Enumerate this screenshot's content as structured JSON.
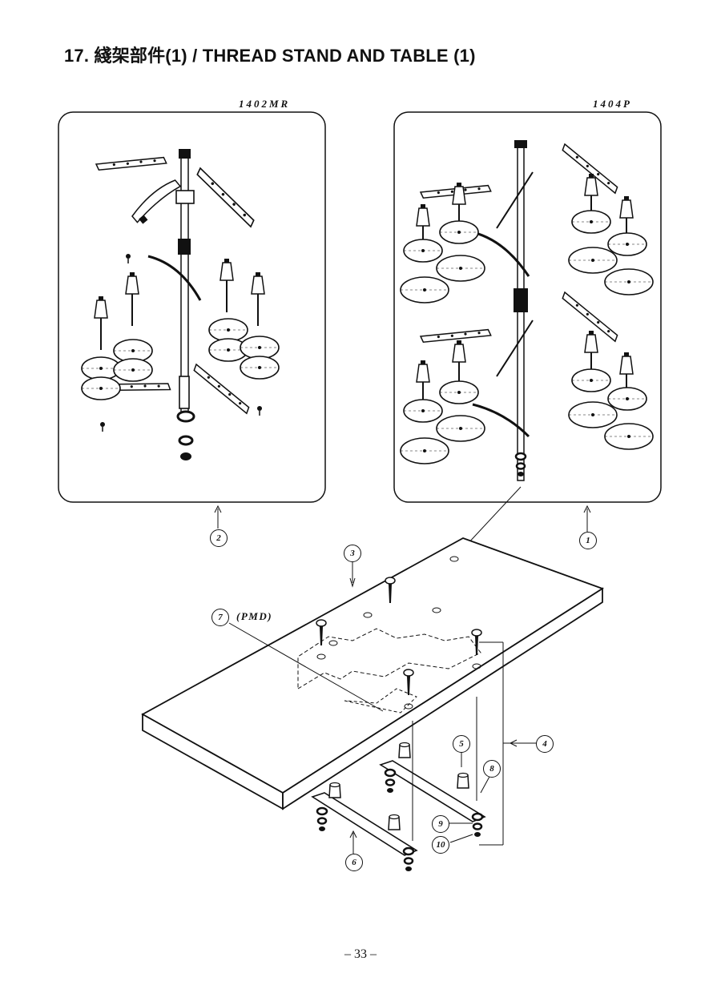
{
  "header": {
    "title": "17. 綫架部件(1) / THREAD STAND AND TABLE (1)"
  },
  "models": {
    "left": "1402MR",
    "right": "1404P"
  },
  "callouts": [
    "1",
    "2",
    "3",
    "4",
    "5",
    "6",
    "7",
    "8",
    "9",
    "10"
  ],
  "notes": {
    "pmd": "(PMD)"
  },
  "footer": {
    "page": "– 33 –"
  }
}
